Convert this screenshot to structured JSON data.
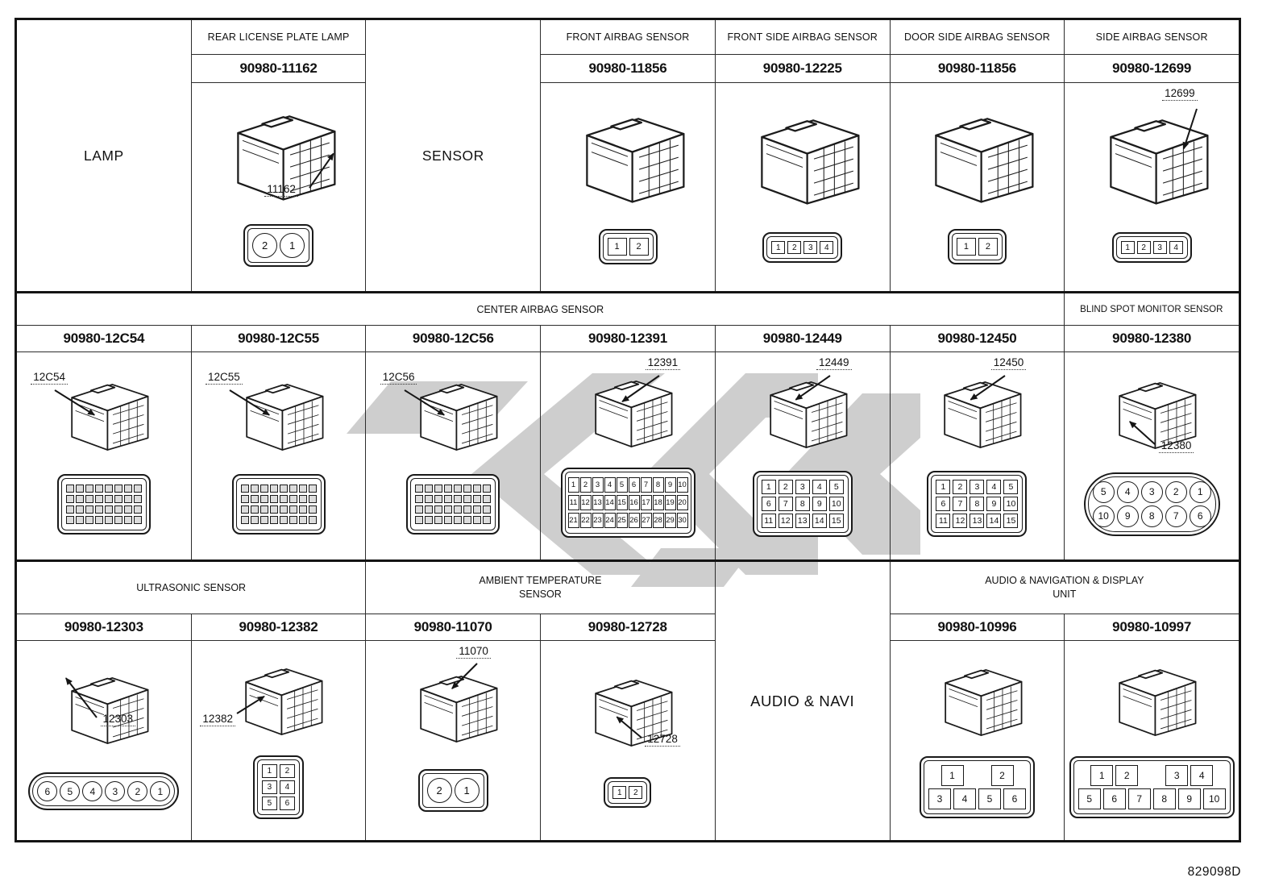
{
  "doc_code": "829098D",
  "watermark_color": "#9f9f9f",
  "band1": {
    "row_labels": {
      "lamp": "LAMP",
      "sensor": "SENSOR"
    },
    "cells": [
      {
        "header": "REAR LICENSE PLATE LAMP",
        "part": "90980-11162",
        "callout": "11162",
        "face": {
          "shape": "circles",
          "rows": [
            [
              "2",
              "1"
            ]
          ]
        }
      },
      {
        "header": "FRONT AIRBAG SENSOR",
        "part": "90980-11856",
        "face": {
          "shape": "squares",
          "rows": [
            [
              "1",
              "2"
            ]
          ]
        }
      },
      {
        "header": "FRONT SIDE AIRBAG SENSOR",
        "part": "90980-12225",
        "face": {
          "shape": "squares",
          "rows": [
            [
              "1",
              "2",
              "3",
              "4"
            ]
          ]
        }
      },
      {
        "header": "DOOR SIDE AIRBAG SENSOR",
        "part": "90980-11856",
        "face": {
          "shape": "squares",
          "rows": [
            [
              "1",
              "2"
            ]
          ]
        }
      },
      {
        "header": "SIDE AIRBAG SENSOR",
        "part": "90980-12699",
        "callout": "12699",
        "face": {
          "shape": "squares",
          "rows": [
            [
              "1",
              "2",
              "3",
              "4"
            ]
          ]
        }
      }
    ]
  },
  "band2": {
    "group_header": "CENTER AIRBAG SENSOR",
    "right_header": "BLIND SPOT MONITOR SENSOR",
    "cells": [
      {
        "part": "90980-12C54",
        "callout": "12C54",
        "face": {
          "shape": "micro",
          "rows": [
            [
              "",
              "",
              "",
              "",
              "",
              "",
              "",
              ""
            ],
            [
              "",
              "",
              "",
              "",
              "",
              "",
              "",
              ""
            ],
            [
              "",
              "",
              "",
              "",
              "",
              "",
              "",
              ""
            ],
            [
              "",
              "",
              "",
              "",
              "",
              "",
              "",
              ""
            ]
          ]
        }
      },
      {
        "part": "90980-12C55",
        "callout": "12C55",
        "face": {
          "shape": "micro",
          "rows": [
            [
              "",
              "",
              "",
              "",
              "",
              "",
              "",
              ""
            ],
            [
              "",
              "",
              "",
              "",
              "",
              "",
              "",
              ""
            ],
            [
              "",
              "",
              "",
              "",
              "",
              "",
              "",
              ""
            ],
            [
              "",
              "",
              "",
              "",
              "",
              "",
              "",
              ""
            ]
          ]
        }
      },
      {
        "part": "90980-12C56",
        "callout": "12C56",
        "face": {
          "shape": "micro",
          "rows": [
            [
              "",
              "",
              "",
              "",
              "",
              "",
              "",
              ""
            ],
            [
              "",
              "",
              "",
              "",
              "",
              "",
              "",
              ""
            ],
            [
              "",
              "",
              "",
              "",
              "",
              "",
              "",
              ""
            ],
            [
              "",
              "",
              "",
              "",
              "",
              "",
              "",
              ""
            ]
          ]
        }
      },
      {
        "part": "90980-12391",
        "callout": "12391",
        "face": {
          "shape": "squares",
          "rows": [
            [
              "1",
              "2",
              "3",
              "4",
              "5",
              "6",
              "7",
              "8",
              "9",
              "10"
            ],
            [
              "11",
              "12",
              "13",
              "14",
              "15",
              "16",
              "17",
              "18",
              "19",
              "20"
            ],
            [
              "21",
              "22",
              "23",
              "24",
              "25",
              "26",
              "27",
              "28",
              "29",
              "30"
            ]
          ]
        }
      },
      {
        "part": "90980-12449",
        "callout": "12449",
        "face": {
          "shape": "squares",
          "rows": [
            [
              "1",
              "2",
              "3",
              "4",
              "5"
            ],
            [
              "6",
              "7",
              "8",
              "9",
              "10"
            ],
            [
              "11",
              "12",
              "13",
              "14",
              "15"
            ]
          ]
        }
      },
      {
        "part": "90980-12450",
        "callout": "12450",
        "face": {
          "shape": "squares",
          "rows": [
            [
              "1",
              "2",
              "3",
              "4",
              "5"
            ],
            [
              "6",
              "7",
              "8",
              "9",
              "10"
            ],
            [
              "11",
              "12",
              "13",
              "14",
              "15"
            ]
          ]
        }
      },
      {
        "part": "90980-12380",
        "callout": "12380",
        "face": {
          "shape": "circles",
          "rows": [
            [
              "5",
              "4",
              "3",
              "2",
              "1"
            ],
            [
              "10",
              "9",
              "8",
              "7",
              "6"
            ]
          ]
        }
      }
    ]
  },
  "band3": {
    "headers": {
      "ultrasonic": "ULTRASONIC SENSOR",
      "ambient": "AMBIENT TEMPERATURE SENSOR",
      "audio_navi": "AUDIO & NAVI",
      "audio_unit": "AUDIO & NAVIGATION & DISPLAY UNIT"
    },
    "cells": [
      {
        "part": "90980-12303",
        "callout": "12303",
        "face": {
          "shape": "circles",
          "rows": [
            [
              "6",
              "5",
              "4",
              "3",
              "2",
              "1"
            ]
          ]
        }
      },
      {
        "part": "90980-12382",
        "callout": "12382",
        "face": {
          "shape": "squares",
          "rows": [
            [
              "1",
              "2"
            ],
            [
              "3",
              "4"
            ],
            [
              "5",
              "6"
            ]
          ]
        }
      },
      {
        "part": "90980-11070",
        "callout": "11070",
        "face": {
          "shape": "circles",
          "rows": [
            [
              "2",
              "1"
            ]
          ]
        }
      },
      {
        "part": "90980-12728",
        "callout": "12728",
        "face": {
          "shape": "squares",
          "rows": [
            [
              "1",
              "2"
            ]
          ]
        }
      },
      {
        "part": "90980-10996",
        "face": {
          "shape": "squares",
          "rows": [
            [
              "1",
              null,
              "2"
            ],
            [
              "3",
              "4",
              "5",
              "6"
            ]
          ]
        }
      },
      {
        "part": "90980-10997",
        "face": {
          "shape": "squares",
          "rows": [
            [
              "1",
              "2",
              null,
              "3",
              "4"
            ],
            [
              "5",
              "6",
              "7",
              "8",
              "9",
              "10"
            ]
          ]
        }
      }
    ]
  }
}
